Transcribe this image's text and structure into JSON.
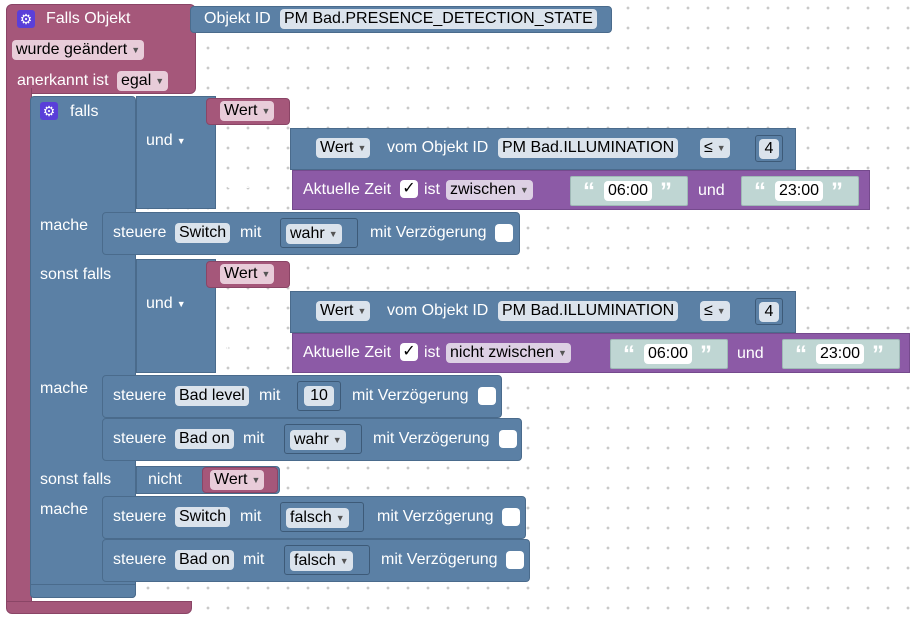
{
  "event": {
    "title": "Falls Objekt",
    "objekt_id_label": "Objekt ID",
    "objekt_id_value": "PM Bad.PRESENCE_DETECTION_STATE",
    "trigger": "wurde geändert",
    "ack_label": "anerkannt ist",
    "ack_value": "egal"
  },
  "ifblock": {
    "falls": "falls",
    "mache": "mache",
    "sonst_falls": "sonst falls",
    "und": "und",
    "nicht": "nicht"
  },
  "common": {
    "wert": "Wert",
    "vom_objekt_id": "vom Objekt ID",
    "illumination": "PM Bad.ILLUMINATION",
    "op_le": "≤",
    "four": "4",
    "aktuelle_zeit": "Aktuelle Zeit",
    "ist": "ist",
    "time_start": "06:00",
    "time_end": "23:00",
    "steuere": "steuere",
    "mit": "mit",
    "mit_verzoegerung": "mit Verzögerung",
    "check": "✓",
    "quote_open": "“",
    "quote_close": "”"
  },
  "branch1": {
    "time_mode": "zwischen",
    "actions": [
      {
        "target": "Switch",
        "value": "wahr"
      }
    ]
  },
  "branch2": {
    "time_mode": "nicht zwischen",
    "actions": [
      {
        "target": "Bad level",
        "value": "10"
      },
      {
        "target": "Bad on",
        "value": "wahr"
      }
    ]
  },
  "branch3": {
    "actions": [
      {
        "target": "Switch",
        "value": "falsch"
      },
      {
        "target": "Bad on",
        "value": "falsch"
      }
    ]
  }
}
